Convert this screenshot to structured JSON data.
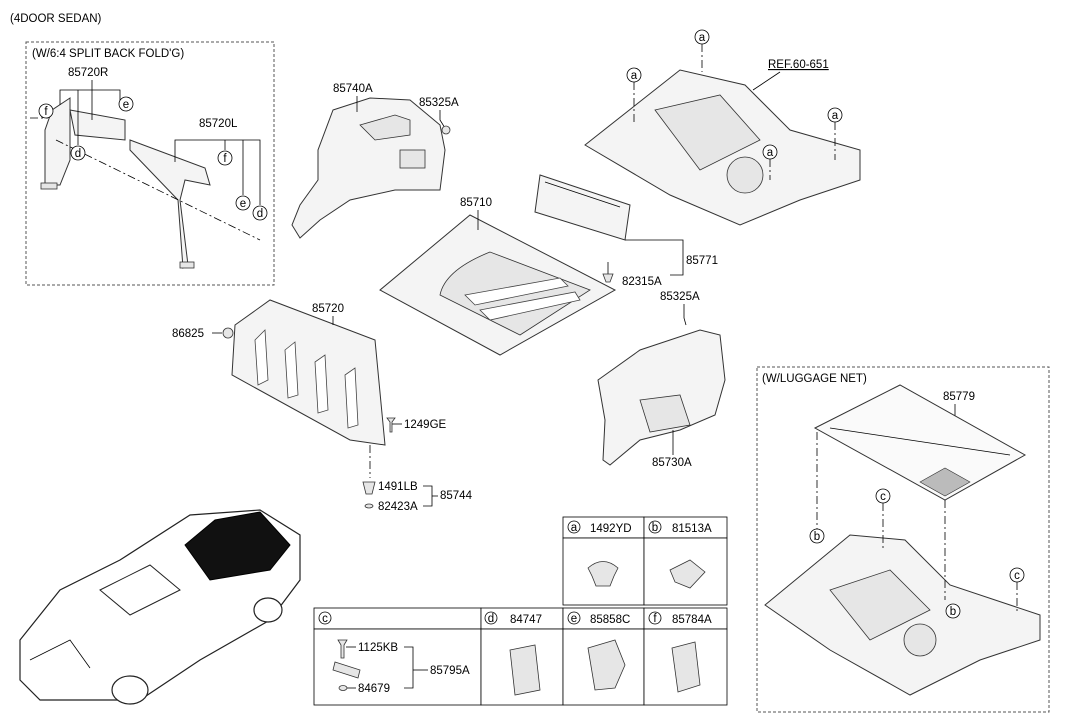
{
  "title": "(4DOOR SEDAN)",
  "split_box": {
    "title": "(W/6:4 SPLIT BACK FOLD'G)",
    "parts": [
      "85720R",
      "85720L"
    ]
  },
  "luggage_box": {
    "title": "(W/LUGGAGE NET)",
    "part": "85779"
  },
  "ref_label": "REF.60-651",
  "parts": {
    "p85740A": "85740A",
    "p85325A_top": "85325A",
    "p85710": "85710",
    "p85771": "85771",
    "p82315A": "82315A",
    "p85325A_mid": "85325A",
    "p85720": "85720",
    "p86825": "86825",
    "p1249GE": "1249GE",
    "p1491LB": "1491LB",
    "p85744": "85744",
    "p82423A": "82423A",
    "p85730A": "85730A"
  },
  "callouts": {
    "a": "a",
    "b": "b",
    "c": "c",
    "d": "d",
    "e": "e",
    "f": "f"
  },
  "legend": {
    "a": {
      "letter": "a",
      "part": "1492YD"
    },
    "b": {
      "letter": "b",
      "part": "81513A"
    },
    "c": {
      "letter": "c",
      "parts": [
        "1125KB",
        "85795A",
        "84679"
      ]
    },
    "d": {
      "letter": "d",
      "part": "84747"
    },
    "e": {
      "letter": "e",
      "part": "85858C"
    },
    "f": {
      "letter": "f",
      "part": "85784A"
    }
  }
}
